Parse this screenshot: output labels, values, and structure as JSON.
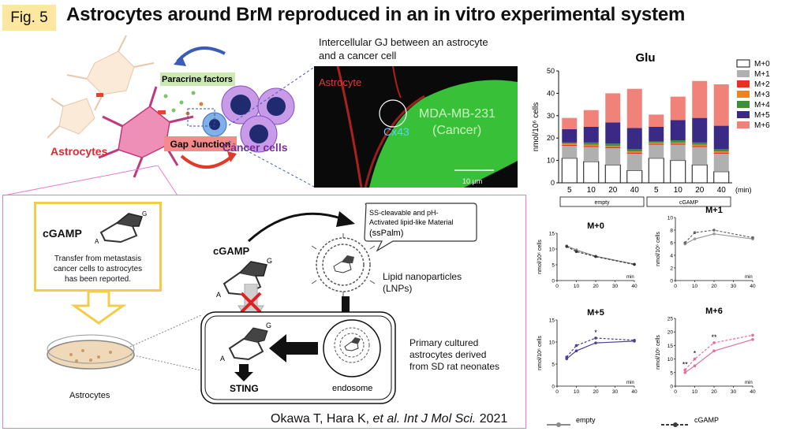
{
  "figure": {
    "tag": "Fig. 5",
    "title": "Astrocytes around BrM reproduced in an in vitro experimental system"
  },
  "schematic": {
    "paracrine": "Paracrine factors",
    "gap_junction": "Gap Junction",
    "astrocytes": "Astrocytes",
    "cancer_cells": "Cancer cells"
  },
  "micrograph": {
    "caption_line1": "Intercellular GJ between an astrocyte",
    "caption_line2": "and a cancer cell",
    "label_astrocyte": "Astrocyte",
    "label_cancer_line1": "MDA-MB-231",
    "label_cancer_line2": "(Cancer)",
    "label_cx43": "Cx43",
    "scale_bar": "10 μm"
  },
  "lower_panel": {
    "cgamp_title": "cGAMP",
    "transfer_text_1": "Transfer from metastasis",
    "transfer_text_2": "cancer cells to astrocytes",
    "transfer_text_3": "has been reported.",
    "astrocytes_dish": "Astrocytes",
    "cgamp_mid": "cGAMP",
    "sting": "STING",
    "endosome": "endosome",
    "ssp_line1": "SS-cleavable and pH-",
    "ssp_line2": "Activated lipid-like Material",
    "ssp_line3": "(ssPalm)",
    "lnp_line1": "Lipid nanoparticles",
    "lnp_line2": "(LNPs)",
    "primary_line1": "Primary cultured",
    "primary_line2": "astrocytes derived",
    "primary_line3": "from SD rat neonates",
    "ring_A": "A",
    "ring_G": "G"
  },
  "citation": {
    "authors": "Okawa T, Hara K, ",
    "etal": "et al. Int J Mol Sci.",
    "year": " 2021"
  },
  "colors": {
    "m0": "#ffffff",
    "m1": "#b0b0b0",
    "m2": "#e8321e",
    "m3": "#f58220",
    "m4": "#3e8f3a",
    "m5": "#3b2a85",
    "m6": "#f08279",
    "empty": "#8a8a8a",
    "cgamp": "#3d3d3d",
    "m5_line": "#4a3f9a",
    "m6_line": "#e06fa0"
  },
  "legend_bottom": {
    "empty": "empty",
    "cgamp": "cGAMP"
  },
  "chart_data": [
    {
      "type": "bar",
      "title": "Glu",
      "ylabel": "nmol/10⁶ cells",
      "xlabel": "(min)",
      "ylim": [
        0,
        50
      ],
      "yticks": [
        "0",
        "10",
        "20",
        "30",
        "40",
        "50"
      ],
      "categories": [
        "5",
        "10",
        "20",
        "40",
        "5",
        "10",
        "20",
        "40"
      ],
      "groups": [
        "empty",
        "cGAMP"
      ],
      "stacked": true,
      "series": [
        {
          "name": "M+0",
          "values": [
            11,
            9.5,
            8,
            5.5,
            11,
            10,
            8,
            5
          ]
        },
        {
          "name": "M+1",
          "values": [
            5.5,
            6.5,
            7.5,
            7.5,
            6,
            7,
            8,
            8
          ]
        },
        {
          "name": "M+2",
          "values": [
            0.5,
            0.5,
            0.5,
            0.5,
            0.5,
            0.5,
            0.5,
            0.5
          ]
        },
        {
          "name": "M+3",
          "values": [
            0.5,
            0.5,
            0.5,
            0.5,
            0.5,
            0.5,
            0.5,
            0.5
          ]
        },
        {
          "name": "M+4",
          "values": [
            0.5,
            1,
            1,
            1,
            0.5,
            1,
            1,
            1
          ]
        },
        {
          "name": "M+5",
          "values": [
            6,
            7,
            9.5,
            9.5,
            6.5,
            9,
            11,
            10.5
          ]
        },
        {
          "name": "M+6",
          "values": [
            5,
            7.5,
            13,
            17.5,
            5.5,
            10.5,
            16.5,
            18.5
          ]
        }
      ],
      "legend": [
        "M+0",
        "M+1",
        "M+2",
        "M+3",
        "M+4",
        "M+5",
        "M+6"
      ]
    },
    {
      "type": "line",
      "title": "M+0",
      "ylabel": "nmol/10⁶ cells",
      "xlabel": "min",
      "x": [
        5,
        10,
        20,
        40
      ],
      "xticks": [
        "0",
        "10",
        "20",
        "30",
        "40"
      ],
      "xlim": [
        0,
        40
      ],
      "yticks": [
        "0",
        "5",
        "10",
        "15"
      ],
      "ylim": [
        0,
        15
      ],
      "series": [
        {
          "name": "empty",
          "values": [
            11,
            9.7,
            7.7,
            5.2
          ]
        },
        {
          "name": "cGAMP",
          "values": [
            10.8,
            9.2,
            7.6,
            5.1
          ]
        }
      ]
    },
    {
      "type": "line",
      "title": "M+1",
      "ylabel": "nmol/10⁶ cells",
      "xlabel": "min",
      "x": [
        5,
        10,
        20,
        40
      ],
      "xticks": [
        "0",
        "10",
        "20",
        "30",
        "40"
      ],
      "xlim": [
        0,
        40
      ],
      "yticks": [
        "0",
        "2",
        "4",
        "6",
        "8",
        "10"
      ],
      "ylim": [
        0,
        10
      ],
      "series": [
        {
          "name": "empty",
          "values": [
            5.8,
            6.6,
            7.4,
            6.6
          ]
        },
        {
          "name": "cGAMP",
          "values": [
            6.0,
            7.6,
            8.0,
            6.8
          ]
        }
      ]
    },
    {
      "type": "line",
      "title": "M+5",
      "ylabel": "nmol/10⁶ cells",
      "xlabel": "min",
      "x": [
        5,
        10,
        20,
        40
      ],
      "xticks": [
        "0",
        "10",
        "20",
        "30",
        "40"
      ],
      "xlim": [
        0,
        40
      ],
      "yticks": [
        "0",
        "5",
        "10",
        "15"
      ],
      "ylim": [
        0,
        15
      ],
      "annotations": [
        {
          "x": 20,
          "text": "*"
        }
      ],
      "series": [
        {
          "name": "empty",
          "values": [
            6.2,
            8.0,
            9.8,
            10.2
          ]
        },
        {
          "name": "cGAMP",
          "values": [
            6.6,
            9.2,
            10.9,
            10.4
          ]
        }
      ]
    },
    {
      "type": "line",
      "title": "M+6",
      "ylabel": "nmol/10⁶ cells",
      "xlabel": "min",
      "x": [
        5,
        10,
        20,
        40
      ],
      "xticks": [
        "0",
        "10",
        "20",
        "30",
        "40"
      ],
      "xlim": [
        0,
        40
      ],
      "yticks": [
        "0",
        "5",
        "10",
        "15",
        "20",
        "25"
      ],
      "ylim": [
        0,
        25
      ],
      "annotations": [
        {
          "x": 5,
          "text": "**"
        },
        {
          "x": 10,
          "text": "*"
        },
        {
          "x": 20,
          "text": "**"
        }
      ],
      "series": [
        {
          "name": "empty",
          "values": [
            5.0,
            7.5,
            13.0,
            17.2
          ]
        },
        {
          "name": "cGAMP",
          "values": [
            6.0,
            10.0,
            16.0,
            18.8
          ]
        }
      ]
    }
  ]
}
